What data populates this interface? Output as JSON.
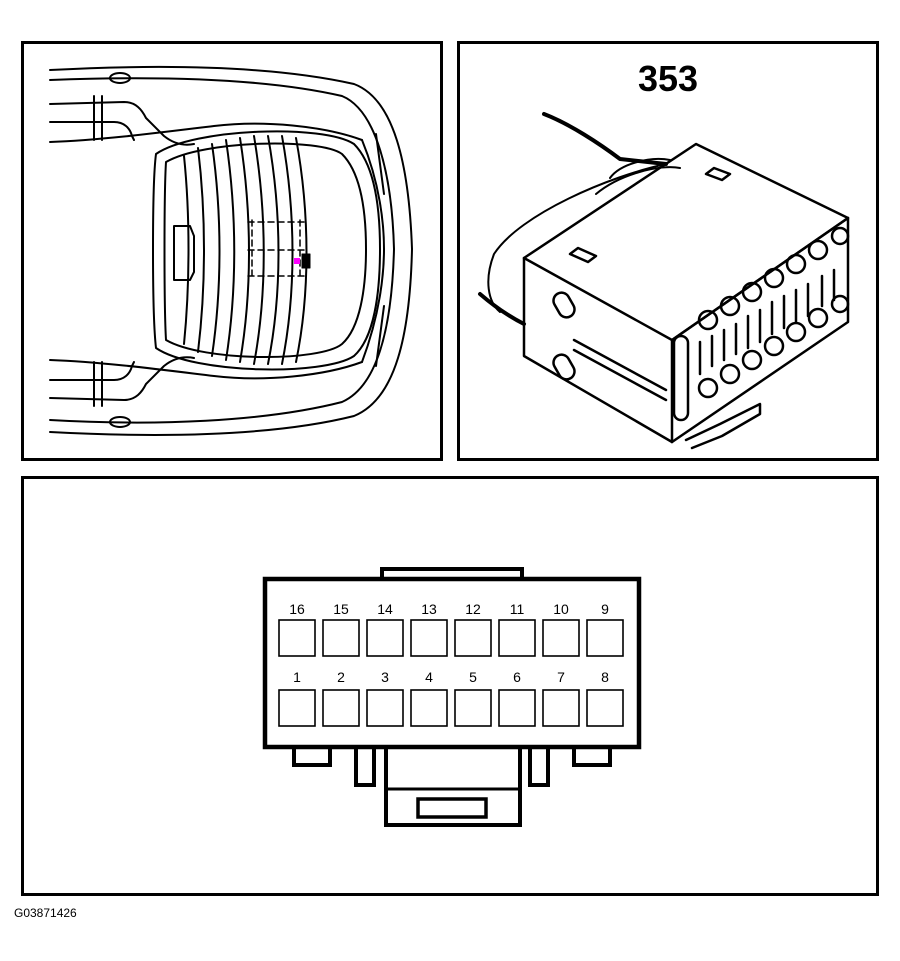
{
  "connector": {
    "number": "353",
    "pins_top_row": [
      "16",
      "15",
      "14",
      "13",
      "12",
      "11",
      "10",
      "9"
    ],
    "pins_bottom_row": [
      "1",
      "2",
      "3",
      "4",
      "5",
      "6",
      "7",
      "8"
    ]
  },
  "figure": {
    "id": "G03871426"
  },
  "colors": {
    "line": "#000000",
    "background": "#ffffff",
    "location_marker": "#ff00ff"
  }
}
